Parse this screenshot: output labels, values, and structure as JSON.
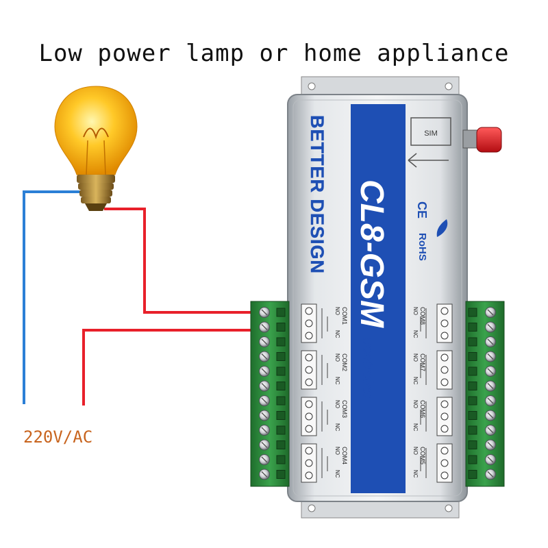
{
  "title": "Low power lamp or home appliance",
  "voltage_label": "220V/AC",
  "device": {
    "brand": "BETTER DESIGN",
    "model": "CL8-GSM",
    "subtitle": "controller",
    "sim_label": "SIM",
    "ce_mark": "CE",
    "rohs_mark": "RoHS",
    "left_relays": [
      "COM1",
      "COM2",
      "COM3",
      "COM4"
    ],
    "right_relays": [
      "COM8",
      "COM7",
      "COM6",
      "COM5"
    ],
    "no_label": "NO",
    "nc_label": "NC"
  },
  "colors": {
    "wire_live": "#e8202a",
    "wire_neutral": "#2b7fd6",
    "panel_blue": "#1e4fb4",
    "terminal_green": "#2e8b3e"
  }
}
